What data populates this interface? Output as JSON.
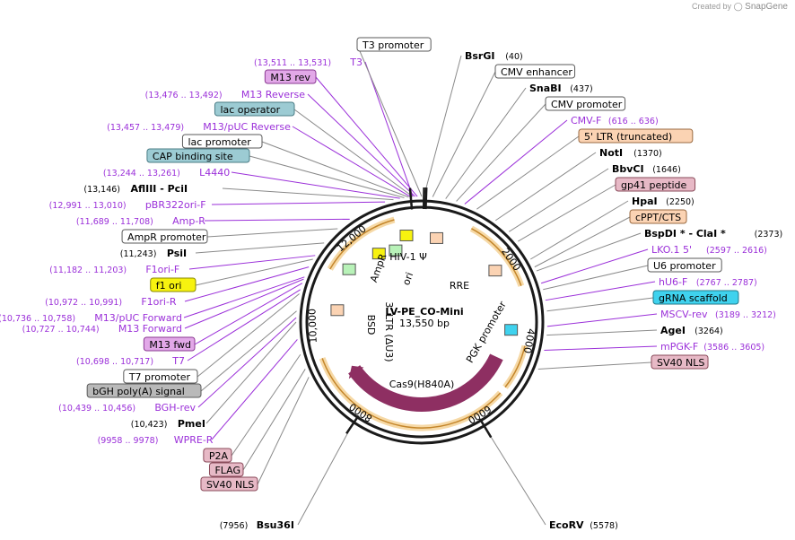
{
  "brand": {
    "created_by": "Created by",
    "app": "SnapGene"
  },
  "plasmid": {
    "name": "LV-PE_CO-Mini",
    "size": "13,550 bp"
  },
  "ticks": [
    "2000",
    "4000",
    "6000",
    "8000",
    "10,000",
    "12,000"
  ],
  "left_labels": [
    {
      "name": "T3",
      "coord": "(13,511 .. 13,531)",
      "style": "purple"
    },
    {
      "name": "M13 rev",
      "coord": "",
      "style": "m13"
    },
    {
      "name": "M13 Reverse",
      "coord": "(13,476 .. 13,492)",
      "style": "purple"
    },
    {
      "name": "lac operator",
      "coord": "",
      "style": "teal"
    },
    {
      "name": "M13/pUC Reverse",
      "coord": "(13,457 .. 13,479)",
      "style": "purple"
    },
    {
      "name": "lac promoter",
      "coord": "",
      "style": "white"
    },
    {
      "name": "CAP binding site",
      "coord": "",
      "style": "teal"
    },
    {
      "name": "L4440",
      "coord": "(13,244 .. 13,261)",
      "style": "purple"
    },
    {
      "name": "AflIII  - PciI",
      "coord": "(13,146)",
      "style": "enzyme"
    },
    {
      "name": "pBR322ori-F",
      "coord": "(12,991 .. 13,010)",
      "style": "purple"
    },
    {
      "name": "Amp-R",
      "coord": "(11,689 .. 11,708)",
      "style": "purple"
    },
    {
      "name": "AmpR promoter",
      "coord": "",
      "style": "white"
    },
    {
      "name": "PsiI",
      "coord": "(11,243)",
      "style": "enzyme"
    },
    {
      "name": "F1ori-F",
      "coord": "(11,182 .. 11,203)",
      "style": "purple"
    },
    {
      "name": "f1 ori",
      "coord": "",
      "style": "yellow"
    },
    {
      "name": "F1ori-R",
      "coord": "(10,972 .. 10,991)",
      "style": "purple"
    },
    {
      "name": "M13/pUC Forward",
      "coord": "(10,736 .. 10,758)",
      "style": "purple"
    },
    {
      "name": "M13 Forward",
      "coord": "(10,727 .. 10,744)",
      "style": "purple"
    },
    {
      "name": "M13 fwd",
      "coord": "",
      "style": "m13"
    },
    {
      "name": "T7",
      "coord": "(10,698 .. 10,717)",
      "style": "purple"
    },
    {
      "name": "T7 promoter",
      "coord": "",
      "style": "white"
    },
    {
      "name": "bGH poly(A) signal",
      "coord": "",
      "style": "grey"
    },
    {
      "name": "BGH-rev",
      "coord": "(10,439 .. 10,456)",
      "style": "purple"
    },
    {
      "name": "PmeI",
      "coord": "(10,423)",
      "style": "enzyme"
    },
    {
      "name": "WPRE-R",
      "coord": "(9958 .. 9978)",
      "style": "purple"
    },
    {
      "name": "P2A",
      "coord": "",
      "style": "pink"
    },
    {
      "name": "FLAG",
      "coord": "",
      "style": "pink"
    },
    {
      "name": "SV40 NLS",
      "coord": "",
      "style": "pink"
    },
    {
      "name": "Bsu36I",
      "coord": "(7956)",
      "style": "enzyme"
    }
  ],
  "right_labels": [
    {
      "name": "T3 promoter",
      "coord": "",
      "style": "white"
    },
    {
      "name": "BsrGI",
      "coord": "(40)",
      "style": "enzyme"
    },
    {
      "name": "CMV enhancer",
      "coord": "",
      "style": "white"
    },
    {
      "name": "SnaBI",
      "coord": "(437)",
      "style": "enzyme"
    },
    {
      "name": "CMV promoter",
      "coord": "",
      "style": "white"
    },
    {
      "name": "CMV-F",
      "coord": "(616 .. 636)",
      "style": "purple"
    },
    {
      "name": "5' LTR (truncated)",
      "coord": "",
      "style": "peach"
    },
    {
      "name": "NotI",
      "coord": "(1370)",
      "style": "enzyme"
    },
    {
      "name": "BbvCI",
      "coord": "(1646)",
      "style": "enzyme"
    },
    {
      "name": "gp41 peptide",
      "coord": "",
      "style": "pink"
    },
    {
      "name": "HpaI",
      "coord": "(2250)",
      "style": "enzyme"
    },
    {
      "name": "cPPT/CTS",
      "coord": "",
      "style": "peach"
    },
    {
      "name": "BspDI * - ClaI *",
      "coord": "(2373)",
      "style": "enzyme"
    },
    {
      "name": "LKO.1 5'",
      "coord": "(2597 .. 2616)",
      "style": "purple"
    },
    {
      "name": "U6 promoter",
      "coord": "",
      "style": "white"
    },
    {
      "name": "hU6-F",
      "coord": "(2767 .. 2787)",
      "style": "purple"
    },
    {
      "name": "gRNA scaffold",
      "coord": "",
      "style": "cyan"
    },
    {
      "name": "MSCV-rev",
      "coord": "(3189 .. 3212)",
      "style": "purple"
    },
    {
      "name": "AgeI",
      "coord": "(3264)",
      "style": "enzyme"
    },
    {
      "name": "mPGK-F",
      "coord": "(3586 .. 3605)",
      "style": "purple"
    },
    {
      "name": "SV40 NLS",
      "coord": "",
      "style": "pink"
    },
    {
      "name": "EcoRV",
      "coord": "(5578)",
      "style": "enzyme"
    }
  ],
  "inner_labels": [
    "HIV-1 Ψ",
    "RRE",
    "PGK promoter",
    "Cas9(H840A)",
    "AmpR",
    "ori",
    "BSD",
    "3' LTR (ΔU3)"
  ],
  "styles": {
    "purple": {
      "text": "#9b30d9",
      "line": "#9b30d9"
    },
    "enzyme": {
      "text": "#000000",
      "line": "#8a8a8a"
    },
    "white": {
      "fill": "#ffffff",
      "stroke": "#5a5a5a",
      "line": "#8a8a8a"
    },
    "m13": {
      "fill": "#e2a8e8",
      "stroke": "#8a3a92",
      "line": "#9b30d9"
    },
    "teal": {
      "fill": "#9ccbd3",
      "stroke": "#4a7c86",
      "line": "#8a8a8a"
    },
    "yellow": {
      "fill": "#f7f20f",
      "stroke": "#8a8a00",
      "line": "#8a8a8a"
    },
    "grey": {
      "fill": "#b9b9b9",
      "stroke": "#5a5a5a",
      "line": "#8a8a8a"
    },
    "pink": {
      "fill": "#e7b9c6",
      "stroke": "#8a4a5a",
      "line": "#8a8a8a"
    },
    "peach": {
      "fill": "#fbd3b3",
      "stroke": "#9a6a40",
      "line": "#8a8a8a"
    },
    "cyan": {
      "fill": "#3fd2ee",
      "stroke": "#207a8a",
      "line": "#8a8a8a"
    }
  },
  "colors": {
    "backbone": "#1a1a1a",
    "orange_arc": "#f0b35a",
    "cas9": "#8e2f62",
    "green": "#9ee89e",
    "yellow": "#f7f20f",
    "pgk": "#ffffff"
  }
}
